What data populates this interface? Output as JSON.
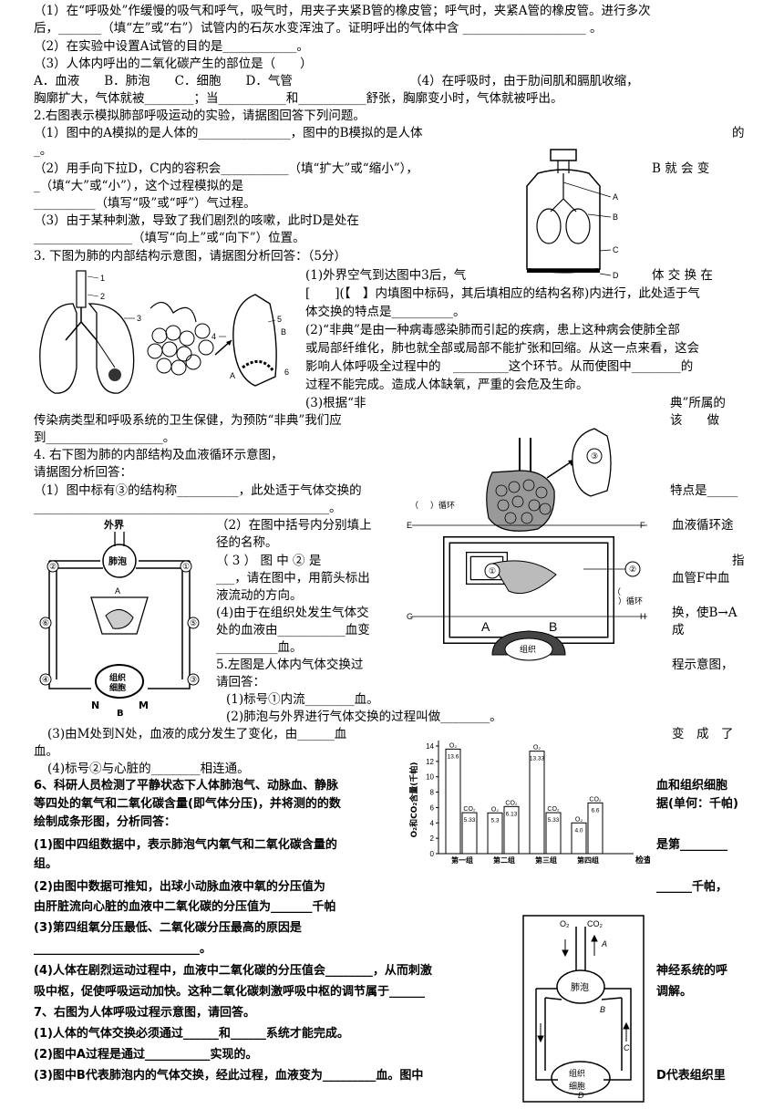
{
  "lines": [
    "（1）在“呼吸处”作缓慢的吸气和呼气，吸气时，用夹子夹紧B管的橡皮管；呼气时，夹紧A管的橡皮管。进行多次",
    "后，_______（填“左”或“右”）试管内的石灰水变浑浊了。证明呼出的气体中含 ____________________ 。",
    "（2）在实验中设置A试管的目的是____________。",
    "（3）人体内呼出的二氧化碳产生的部位是（　　）",
    "A．血液　　B．肺泡　　C．细胞　　D．气管　　　　　　　　　　（4）在呼吸时，由于肋间肌和膈肌收缩，",
    "胸廓扩大，气体就被________；当___________和___________舒张，胸廓变小时，气体就被呼出。",
    "2.右图表示模拟肺部呼吸运动的实验，请据图回答下列问题。",
    "（1）图中的A模拟的是人体的_______________，图中的B模拟的是人体",
    "的",
    "_。",
    "（2）用手向下拉D，C内的容积会___________（填“扩大”或“缩小”），",
    "B 就 会 变",
    "_（填“大”或“小”），这个过程模拟的是",
    "__________（填写“吸”或“呼”）气过程。",
    "（3）由于某种刺激，导致了我们剧烈的咳嗽，此时D是处在",
    "________________（填写“向上”或“向下”）位置。",
    "3. 下图为肺的内部结构示意图，请据图分析回答：（5分）",
    "(1)外界空气到达图中3后，气",
    "体 交 换 在",
    "[　　](【　】内填图中标码，其后填相应的结构名称)内进行，此处适于气",
    "体交换的特点是__________。",
    "(2)“非典”是由一种病毒感染肺而引起的疾病，患上这种病会使肺全部",
    "或局部纤维化，肺也就全部或局部不能扩张和回缩。从这一点来看，这会",
    "影响人体呼吸全过程中的　_________这个环节。从而使图中________的",
    "过程不能完成。造成人体缺氧，严重的会危及生命。",
    "(3)根据“非",
    "典”所属的",
    "传染病类型和呼吸系统的卫生保健，为预防“非典”我们应",
    "该　　做",
    "到___________________。",
    "4. 右下图为肺的内部结构及血液循环示意图，",
    "请据图分析回答：",
    "（1）图中标有③的结构称__________，此处适于气体交换的",
    "特点是_____",
    "________________________________________________。",
    "（2）在图中括号内分别填上",
    "径的名称。",
    "血液循环途",
    "（ 3 ） 图 中 ② 是",
    "指",
    "___，请在图中，用箭头标出",
    "血管F中血",
    "液流动的方向。",
    "(4)由于在组织处发生气体交",
    "换，使B→A",
    "处的血液由___________血变",
    "成",
    "__________血。",
    "5.左图是人体内气体交换过",
    "程示意图，",
    "请回答：",
    "(1)标号①内流________血。",
    "(2)肺泡与外界进行气体交换的过程叫做________。",
    "(3)由M处到N处，血液的成分发生了变化，由______血",
    "变　成　了",
    "血。",
    "(4)标号②与心脏的________相连通。",
    "6、科研人员检测了平静状态下人体肺泡气、动脉血、静脉",
    "血和组织细胞",
    "等四处的氧气和二氧化碳含量(即气体分压)，并将测的的数",
    "据(单何：千帕)",
    "绘制成条形图，分析同答：",
    "(1)图中四组数据中，表示肺泡气内氧气和二氧化碳含量的",
    "是第________",
    "组。",
    "(2)由图中数据可推知，出球小动脉血液中氧的分压值为",
    "______千帕，",
    "由肝脏流向心脏的血液中二氧化碳的分压值为_______千帕",
    "(3)第四组氧分压最低、二氧化碳分压最高的原因是",
    "____________________________。",
    "(4)人体在剧烈运动过程中，血液中二氧化碳的分压值会________，从而刺激",
    "神经系统的呼",
    "吸中枢，促使呼吸运动加快。这种二氧化碳刺激呼吸中枢的调节属于______",
    "调解。",
    "7、右图为人体呼吸过程示意图，请回答。",
    "(1)人体的气体交换必须通过______和______系统才能完成。",
    "(2)图中A过程是通过___________实现的。",
    "(3)图中B代表肺泡内的气体交换，经此过程，血液变为_________血。图中",
    "D代表组织里"
  ],
  "fig_labels": {
    "bell": [
      "A",
      "B",
      "C",
      "D"
    ],
    "lung": [
      "1",
      "2",
      "3",
      "4",
      "5",
      "6",
      "A",
      "B"
    ],
    "circ": [
      "③",
      "（",
      "）循环",
      "E",
      "F",
      "①",
      "②",
      "（",
      "）循环",
      "G",
      "H",
      "A",
      "B",
      "组织"
    ],
    "exch": [
      "外界",
      "肺泡",
      "②",
      "①",
      "A",
      "⑥",
      "⑤",
      "④",
      "③",
      "组织",
      "细胞",
      "N",
      "M",
      "B"
    ],
    "resp": [
      "O₂",
      "CO₂",
      "A",
      "肺泡",
      "B",
      "C",
      "组织",
      "细胞",
      "D"
    ]
  },
  "chart_data": {
    "type": "bar",
    "ylabel": "O₂和CO₂含量(千帕)",
    "xlabel": "检查位置",
    "categories": [
      "第一组",
      "第二组",
      "第三组",
      "第四组"
    ],
    "ylim": [
      0,
      14
    ],
    "yticks": [
      "0",
      "2",
      "4",
      "6",
      "8",
      "10",
      "12",
      "14"
    ],
    "series": [
      {
        "name": "O₂",
        "values": [
          13.6,
          5.3,
          13.33,
          4.0
        ]
      },
      {
        "name": "CO₂",
        "values": [
          5.33,
          6.13,
          5.33,
          6.6
        ]
      }
    ],
    "value_labels": {
      "O₂": [
        "13.6",
        "5.3",
        "13.33",
        "4.0"
      ],
      "CO₂": [
        "5.33",
        "6.13",
        "5.33",
        "6.6"
      ]
    }
  }
}
